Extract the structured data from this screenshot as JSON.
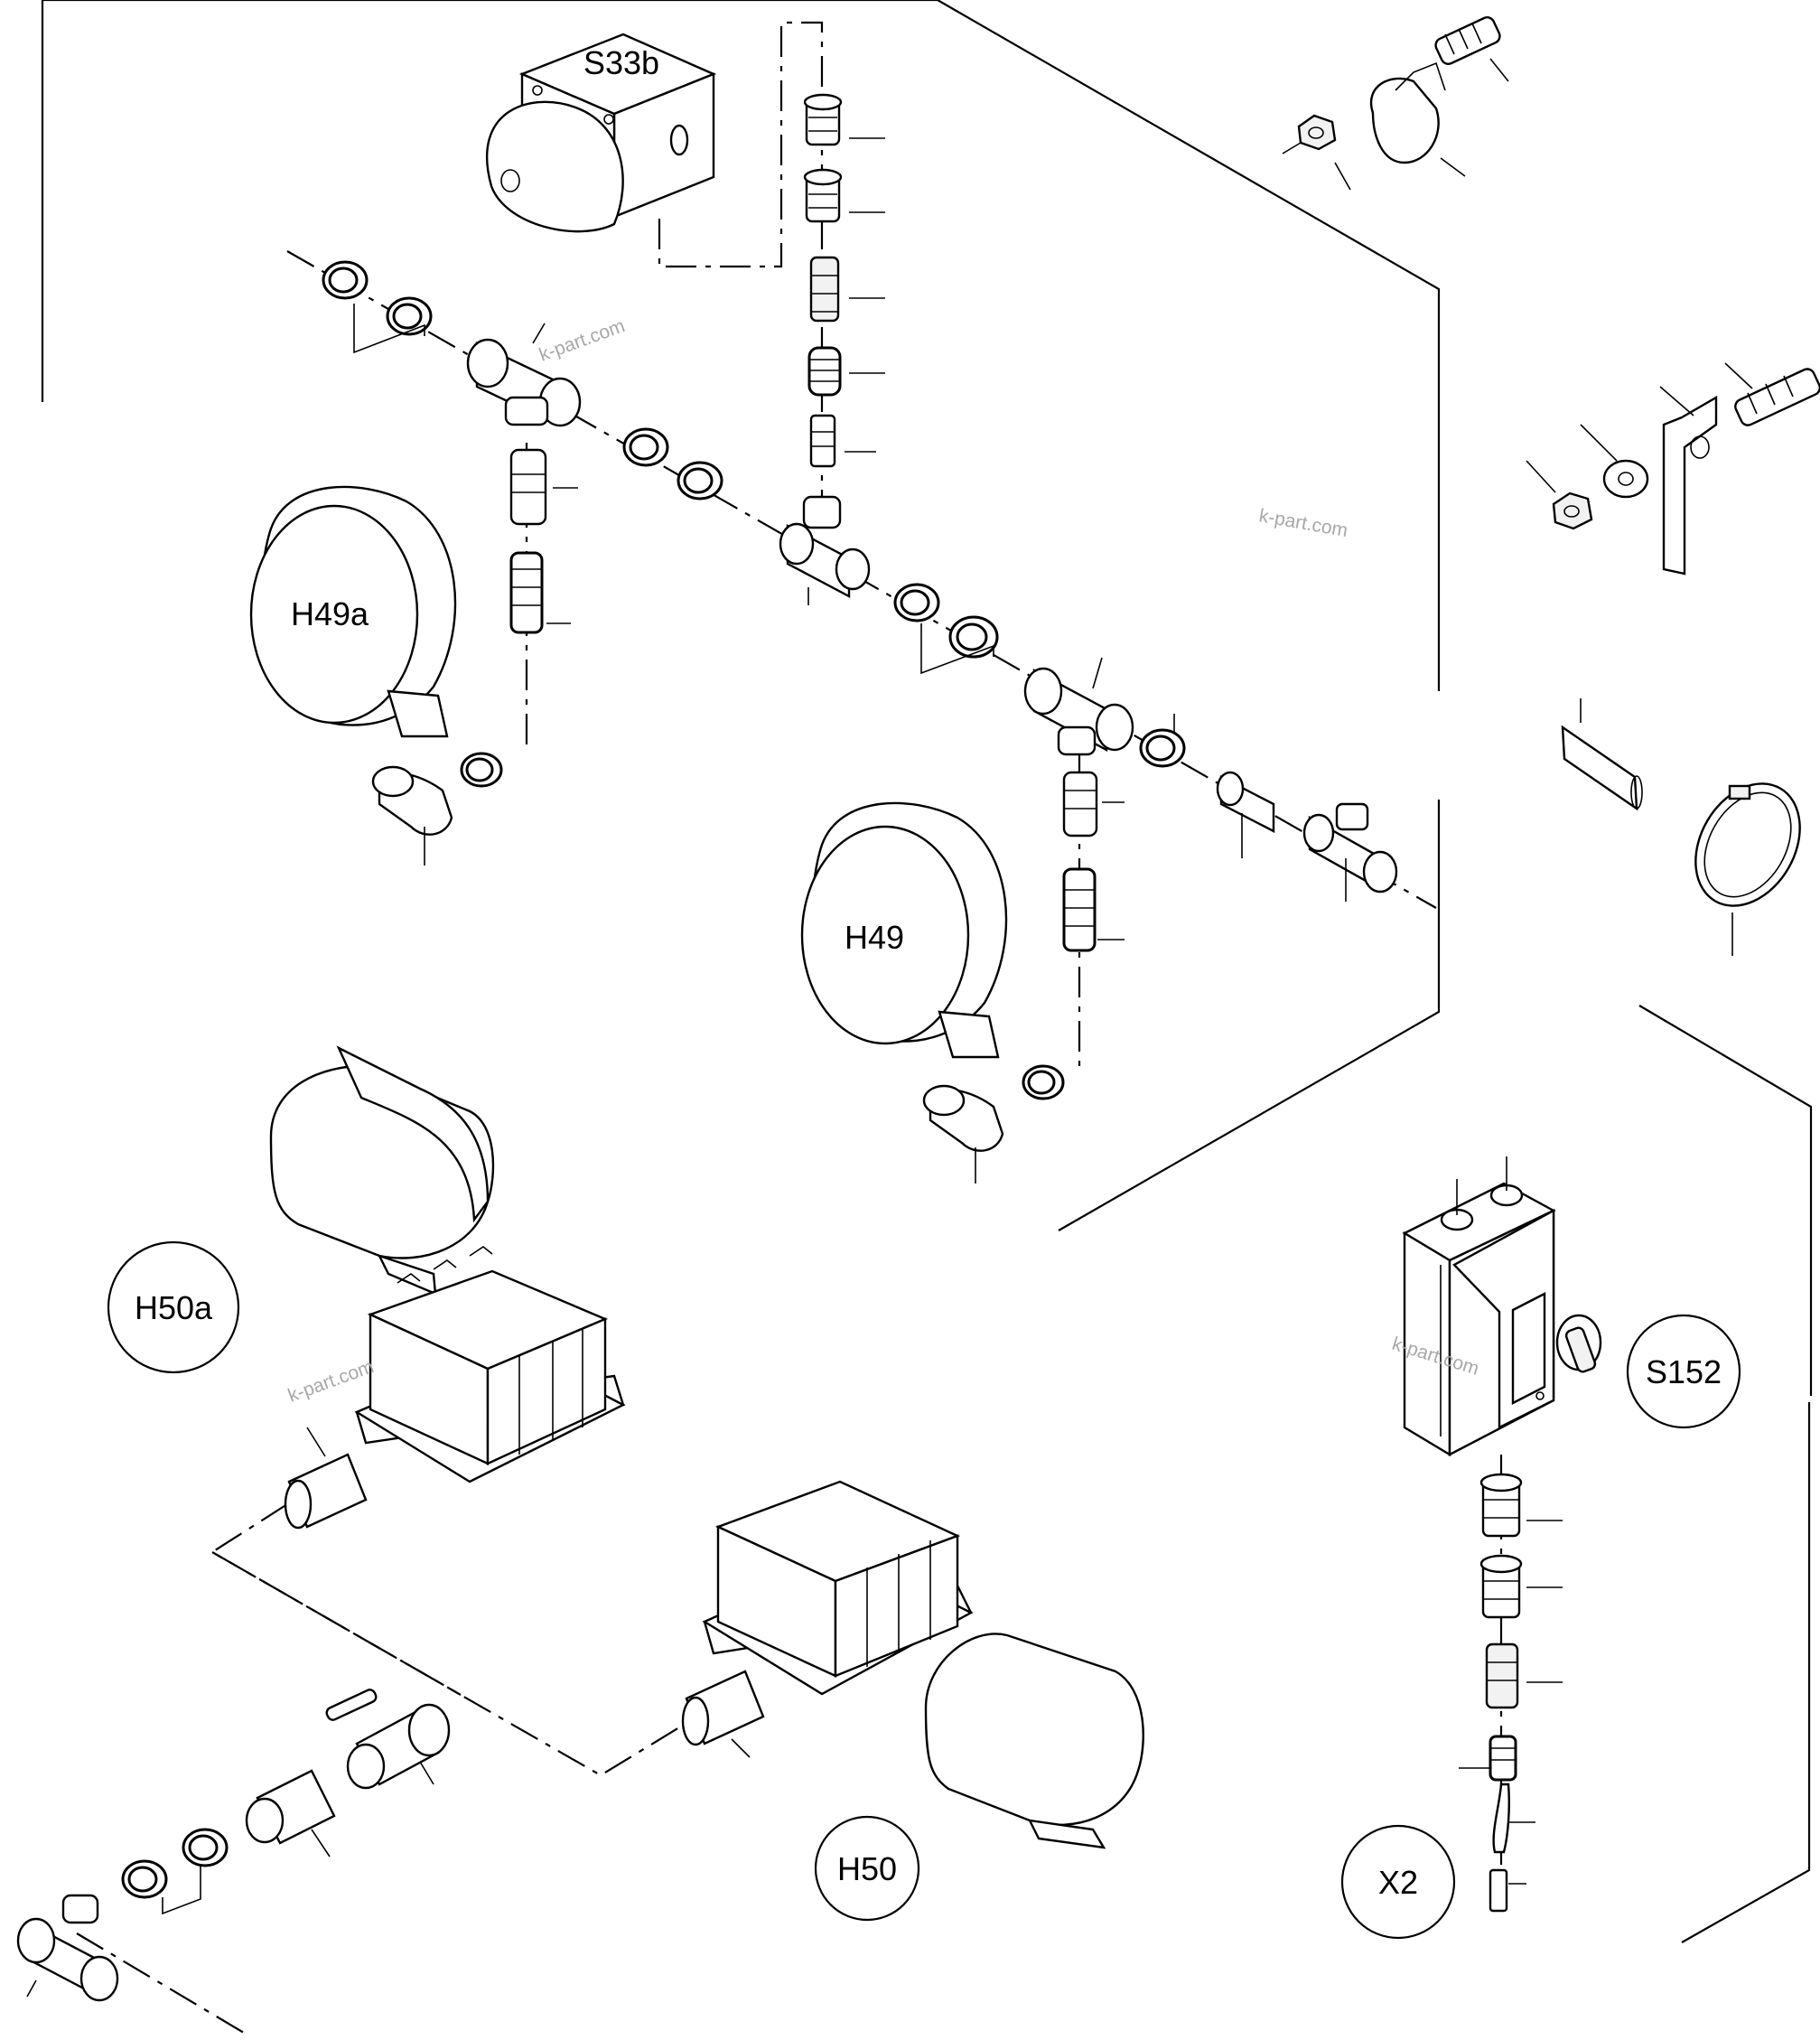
{
  "diagram": {
    "component_labels": {
      "s33b": "S33b",
      "h49a": "H49a",
      "h49": "H49",
      "h50a": "H50a",
      "h50": "H50",
      "s152": "S152",
      "x2": "X2"
    },
    "watermarks": [
      "k-part.com",
      "k-part.com",
      "k-part.com",
      "k-part.com"
    ]
  }
}
